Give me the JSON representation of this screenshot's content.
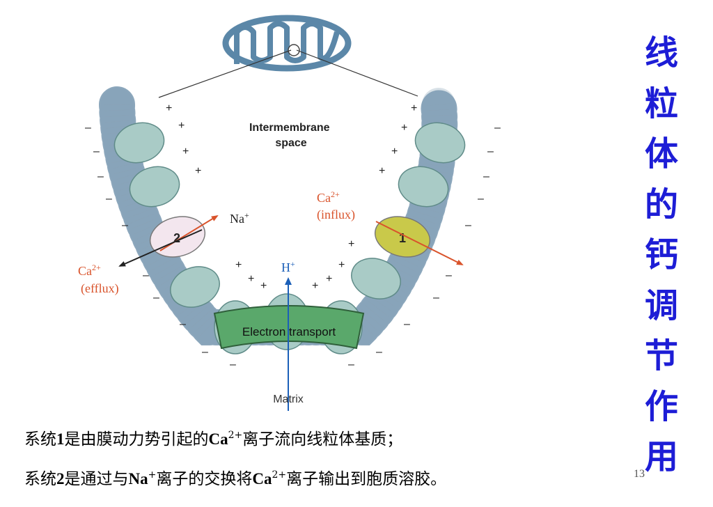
{
  "diagram": {
    "intermembrane_space": "Intermembrane\nspace",
    "na_label": "Na",
    "na_sup": "+",
    "ca_left": "Ca",
    "ca_left_sup": "2+",
    "efflux": "(efflux)",
    "ca_right": "Ca",
    "ca_right_sup": "2+",
    "influx": "(influx)",
    "h_label": "H",
    "h_sup": "+",
    "system2_number": "2",
    "system1_number": "1",
    "electron_transport": "Electron transport",
    "matrix": "Matrix",
    "plus": "+",
    "minus": "–"
  },
  "side_title": [
    "线",
    "粒",
    "体",
    "的",
    "钙",
    "调",
    "节",
    "作",
    "用"
  ],
  "captions": {
    "line1": {
      "pre": "系统",
      "num": "1",
      "mid": "是由膜动力势引起的",
      "ion": "Ca",
      "ion_sup": "2+",
      "post": "离子流向线粒体基质；"
    },
    "line2": {
      "pre": "系统",
      "num": "2",
      "mid": "是通过与",
      "ion1": "Na",
      "ion1_sup": "+",
      "mid2": "离子的交换将",
      "ion2": "Ca",
      "ion2_sup": "2+",
      "post": "离子输出到胞质溶胶。"
    }
  },
  "page_number": "13",
  "colors": {
    "title_blue": "#1d1dd6",
    "membrane_teal": "#a9cbc6",
    "system1_yellow": "#c9c94a",
    "system2_pink": "#f3e6ee",
    "electron_green": "#5aa86b",
    "arrow_red": "#d9532b",
    "arrow_blue": "#1b5fb8",
    "mito_blue": "#5b87a8"
  }
}
